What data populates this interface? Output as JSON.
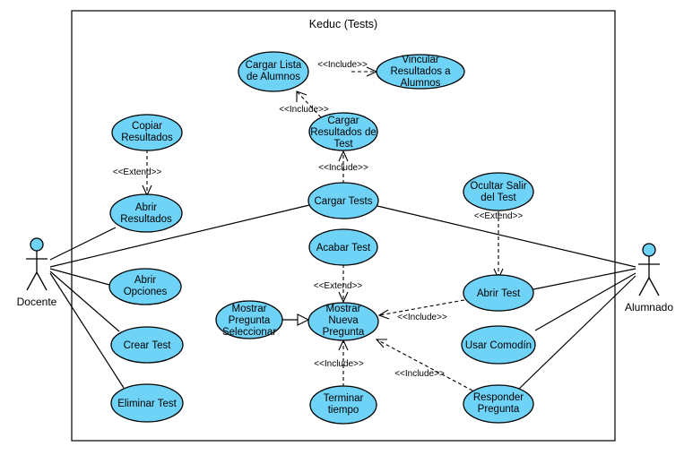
{
  "system": {
    "title": "Keduc (Tests)"
  },
  "actors": {
    "docente": {
      "name": "Docente"
    },
    "alumnado": {
      "name": "Alumnado"
    }
  },
  "use_cases": {
    "cargar_lista": [
      "Cargar Lista",
      "de Alumnos"
    ],
    "vincular": [
      "Vincular",
      "Resultados a",
      "Alumnos"
    ],
    "cargar_resultados": [
      "Cargar",
      "Resultados de",
      "Test"
    ],
    "copiar": [
      "Copiar",
      "Resultados"
    ],
    "abrir_resultados": [
      "Abrir",
      "Resultados"
    ],
    "cargar_tests": [
      "Cargar Tests"
    ],
    "ocultar": [
      "Ocultar Salir",
      "del Test"
    ],
    "acabar": [
      "Acabar Test"
    ],
    "abrir_opciones": [
      "Abrir",
      "Opciones"
    ],
    "abrir_test": [
      "Abrir Test"
    ],
    "mostrar_seleccionar": [
      "Mostrar",
      "Pregunta",
      "Seleccionar"
    ],
    "mostrar_nueva": [
      "Mostrar",
      "Nueva",
      "Pregunta"
    ],
    "crear": [
      "Crear Test"
    ],
    "comodin": [
      "Usar Comodín"
    ],
    "eliminar": [
      "Eliminar Test"
    ],
    "responder": [
      "Responder",
      "Pregunta"
    ],
    "terminar": [
      "Terminar",
      "tiempo"
    ]
  },
  "relations": {
    "include": "<<Include>>",
    "extend": "<<Extend>>"
  },
  "colors": {
    "use_case_fill": "#6fd3f7",
    "stroke": "#000000"
  }
}
